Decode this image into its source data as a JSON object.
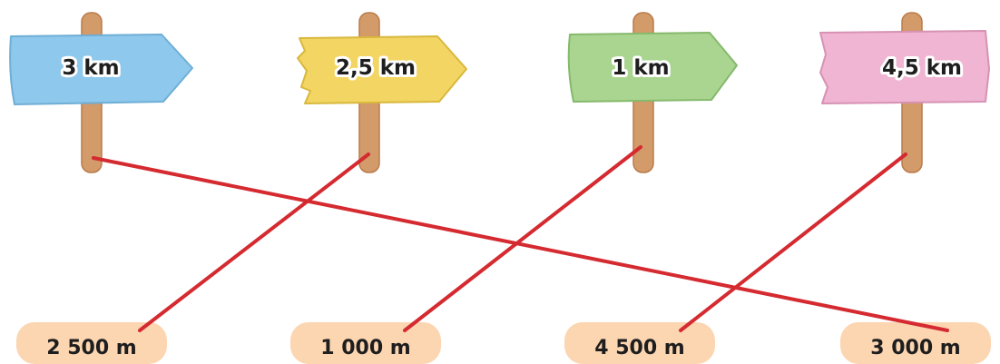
{
  "signs": [
    {
      "label": "3 km",
      "color": "#8ec8ec",
      "edge": "#6faed6"
    },
    {
      "label": "2,5 km",
      "color": "#f2d563",
      "edge": "#d8b83d"
    },
    {
      "label": "1 km",
      "color": "#a9d590",
      "edge": "#86b96c"
    },
    {
      "label": "4,5 km",
      "color": "#f0b5d2",
      "edge": "#d792b4"
    }
  ],
  "answers": [
    {
      "label": "2 500 m"
    },
    {
      "label": "1 000 m"
    },
    {
      "label": "4 500 m"
    },
    {
      "label": "3 000 m"
    }
  ],
  "matches": [
    {
      "sign": 0,
      "answer": 3
    },
    {
      "sign": 1,
      "answer": 0
    },
    {
      "sign": 2,
      "answer": 1
    },
    {
      "sign": 3,
      "answer": 2
    }
  ],
  "colors": {
    "post": "#d39a6a",
    "post_dark": "#b97c4c",
    "pill": "#fcd5b1",
    "line": "#d42a30"
  }
}
